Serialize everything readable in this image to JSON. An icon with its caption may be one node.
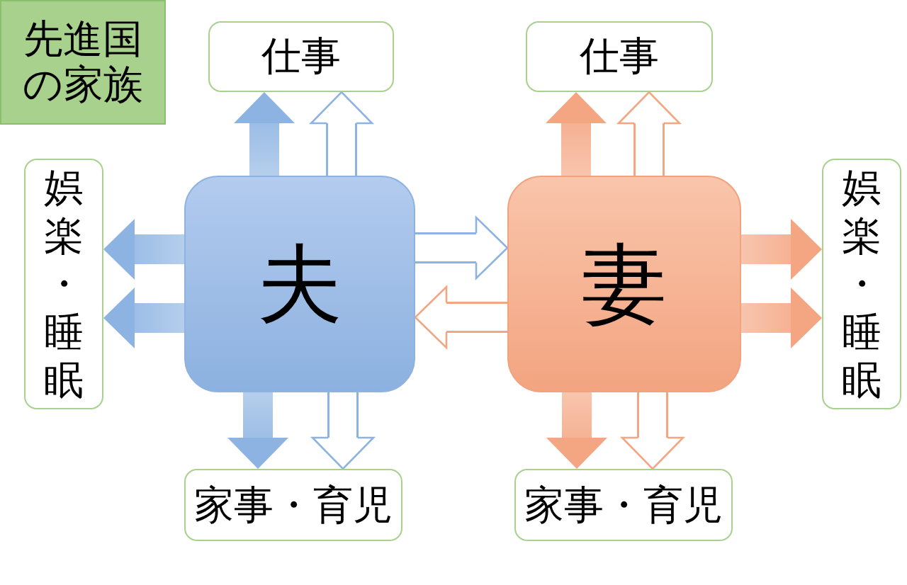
{
  "diagram": {
    "title": "先進国の家族",
    "nodes": [
      {
        "text": [
          "仕事"
        ]
      },
      {
        "text": [
          "仕事"
        ]
      },
      {
        "text": [
          "娯楽・睡眠"
        ]
      },
      {
        "text": [
          "夫"
        ]
      },
      {
        "text": [
          "妻"
        ]
      },
      {
        "text": [
          "娯楽・睡眠"
        ]
      },
      {
        "text": [
          "家事・育児"
        ]
      },
      {
        "text": [
          "家事・育児"
        ]
      }
    ],
    "edges": [
      {
        "from": 3,
        "to": 0,
        "arrow": "to",
        "style": "thick",
        "color": "#8db3e2"
      },
      {
        "from": 3,
        "to": 0,
        "arrow": "to",
        "color": "#8db3e2"
      },
      {
        "from": 3,
        "to": 2,
        "arrow": "to",
        "style": "thick",
        "color": "#8db3e2"
      },
      {
        "from": 3,
        "to": 2,
        "arrow": "to",
        "style": "thick",
        "color": "#8db3e2"
      },
      {
        "from": 3,
        "to": 6,
        "arrow": "to",
        "style": "thick",
        "color": "#8db3e2"
      },
      {
        "from": 3,
        "to": 6,
        "arrow": "to",
        "color": "#8db3e2"
      },
      {
        "from": 3,
        "to": 4,
        "arrow": "to",
        "color": "#8db3e2"
      },
      {
        "from": 4,
        "to": 3,
        "arrow": "to",
        "color": "#f4a582"
      },
      {
        "from": 4,
        "to": 1,
        "arrow": "to",
        "style": "thick",
        "color": "#f4a582"
      },
      {
        "from": 4,
        "to": 1,
        "arrow": "to",
        "color": "#f4a582"
      },
      {
        "from": 4,
        "to": 5,
        "arrow": "to",
        "style": "thick",
        "color": "#f4a582"
      },
      {
        "from": 4,
        "to": 5,
        "arrow": "to",
        "style": "thick",
        "color": "#f4a582"
      },
      {
        "from": 4,
        "to": 7,
        "arrow": "to",
        "style": "thick",
        "color": "#f4a582"
      },
      {
        "from": 4,
        "to": 7,
        "arrow": "to",
        "color": "#f4a582"
      }
    ]
  }
}
